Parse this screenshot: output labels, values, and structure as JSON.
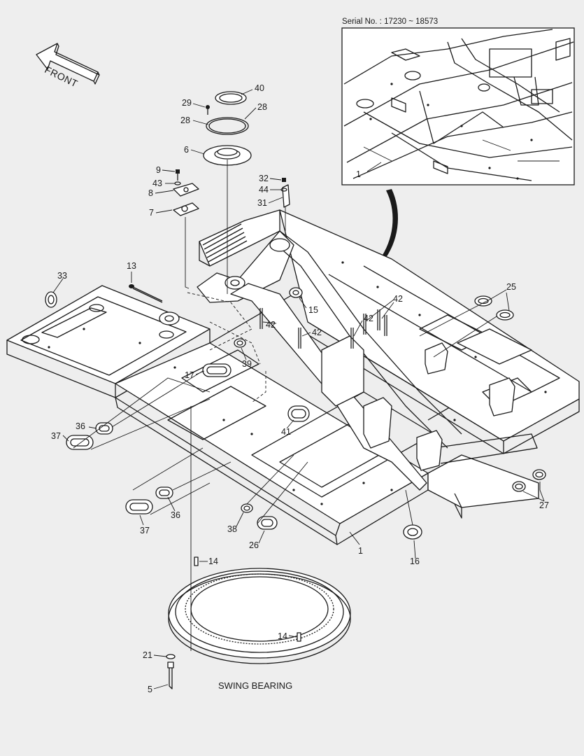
{
  "inset": {
    "serial": "Serial No. : 17230 ~ 18573"
  },
  "front_arrow": {
    "text": "FRONT"
  },
  "caption": "SWING BEARING",
  "callouts": {
    "c40": "40",
    "c29": "29",
    "c28a": "28",
    "c28b": "28",
    "c6": "6",
    "c9": "9",
    "c43": "43",
    "c8": "8",
    "c7": "7",
    "c32": "32",
    "c44": "44",
    "c31": "31",
    "c13": "13",
    "c33": "33",
    "c15": "15",
    "c42a": "42",
    "c42b": "42",
    "c42c": "42",
    "c42d": "42",
    "c25": "25",
    "c39": "39",
    "c17": "17",
    "c41": "41",
    "c36a": "36",
    "c37a": "37",
    "c36b": "36",
    "c37b": "37",
    "c38": "38",
    "c26": "26",
    "c1main": "1",
    "c16": "16",
    "c27": "27",
    "c14a": "14",
    "c14b": "14",
    "c21": "21",
    "c5": "5",
    "c1inset": "1"
  }
}
